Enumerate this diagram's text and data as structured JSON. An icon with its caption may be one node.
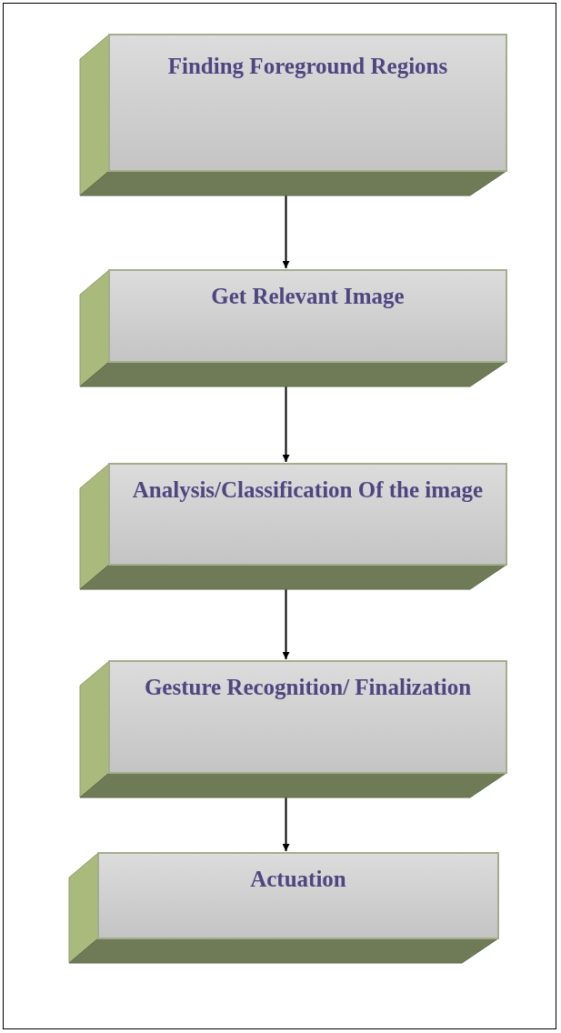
{
  "diagram": {
    "nodes": [
      {
        "text": [
          "Finding Foreground Regions"
        ]
      },
      {
        "text": [
          "Get Relevant Image"
        ]
      },
      {
        "text": [
          "Analysis/Classification Of the image"
        ]
      },
      {
        "text": [
          "Gesture Recognition/ Finalization"
        ]
      },
      {
        "text": [
          "Actuation"
        ]
      }
    ],
    "edges": [
      {
        "from": 0,
        "to": 1,
        "arrow": "to"
      },
      {
        "from": 1,
        "to": 2,
        "arrow": "to"
      },
      {
        "from": 2,
        "to": 3,
        "arrow": "to"
      },
      {
        "from": 3,
        "to": 4,
        "arrow": "to"
      }
    ]
  }
}
